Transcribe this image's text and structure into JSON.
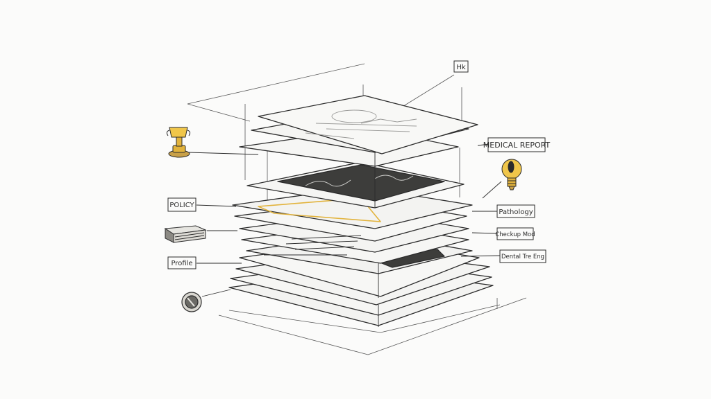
{
  "labels": {
    "top": "Hk",
    "report": "MEDICAL REPORT",
    "policy": "POLICY",
    "pathology": "Pathology",
    "checkup": "Checkup Mod",
    "profile": "Profile",
    "dental": "Dental Tre Eng"
  },
  "colors": {
    "ink": "#2b2b2b",
    "paper": "#f6f6f4",
    "accent": "#e2b33c",
    "scan": "#3d3d3b"
  },
  "icons": {
    "trophy": "trophy-icon",
    "lightbulb": "lightbulb-icon",
    "book": "book-stack-icon",
    "coin": "coin-icon"
  }
}
